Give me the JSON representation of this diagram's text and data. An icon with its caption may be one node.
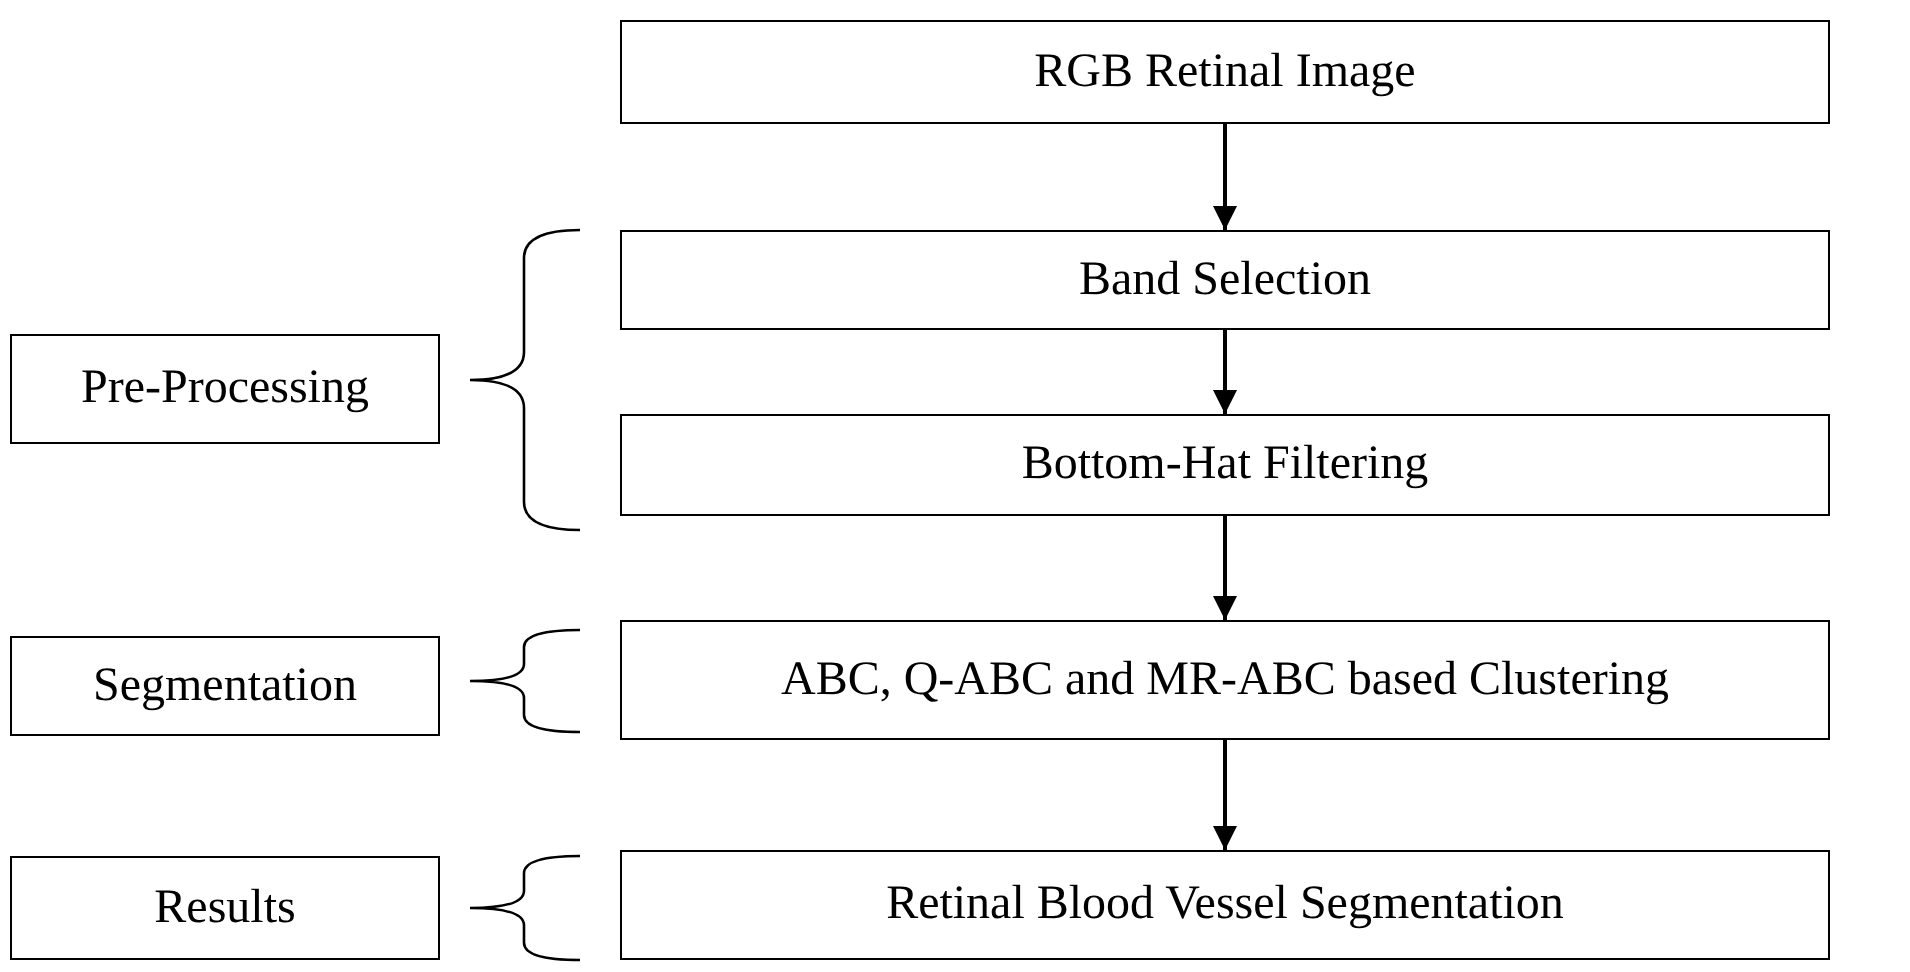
{
  "diagram": {
    "nodes": [
      {
        "text": [
          "RGB Retinal Image"
        ]
      },
      {
        "text": [
          "Band Selection"
        ]
      },
      {
        "text": [
          "Pre-Processing"
        ]
      },
      {
        "text": [
          "Bottom-Hat Filtering"
        ]
      },
      {
        "text": [
          "Segmentation"
        ]
      },
      {
        "text": [
          "ABC, Q-ABC and MR-ABC based Clustering"
        ]
      },
      {
        "text": [
          "Results"
        ]
      },
      {
        "text": [
          "Retinal Blood Vessel Segmentation"
        ]
      }
    ],
    "edges": [
      {
        "from": 0,
        "to": 1,
        "arrow": "to"
      },
      {
        "from": 1,
        "to": 3,
        "arrow": "to"
      },
      {
        "from": 3,
        "to": 5,
        "arrow": "to"
      },
      {
        "from": 5,
        "to": 7,
        "arrow": "to"
      }
    ]
  }
}
